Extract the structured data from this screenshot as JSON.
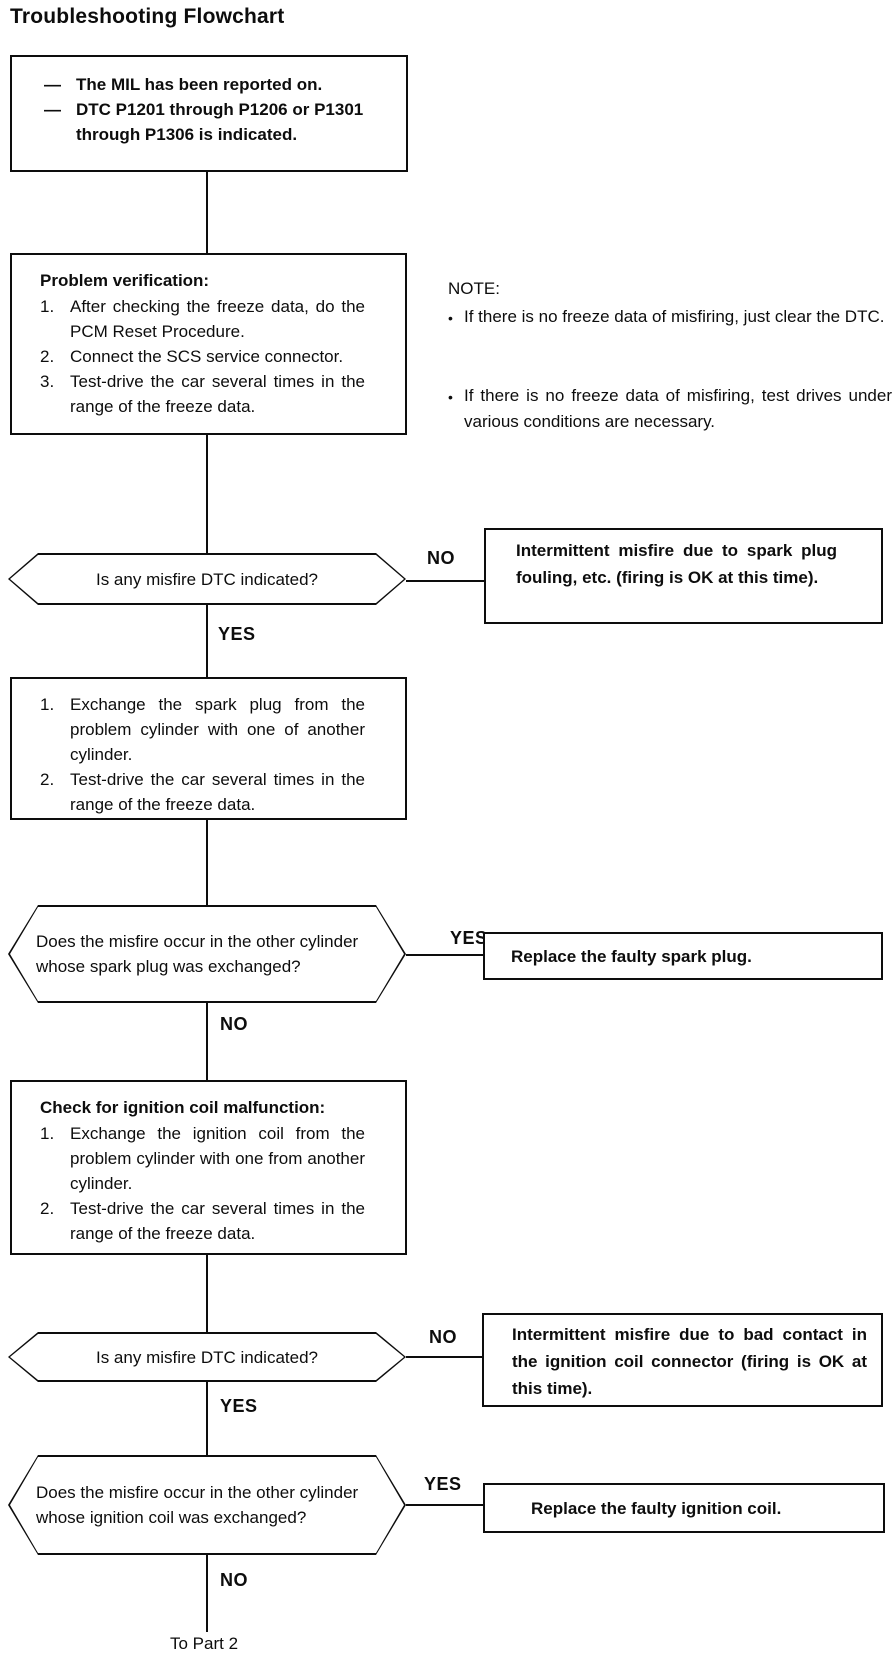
{
  "title": "Troubleshooting Flowchart",
  "start": {
    "items": [
      {
        "bullet": "—",
        "text": "The MIL has been reported on."
      },
      {
        "bullet": "—",
        "text": "DTC P1201 through P1206 or P1301 through P1306 is indicated."
      }
    ]
  },
  "problem_verification": {
    "header": "Problem verification:",
    "steps": [
      {
        "num": "1.",
        "text": "After checking the freeze data, do the PCM Reset Procedure."
      },
      {
        "num": "2.",
        "text": "Connect the SCS service connector."
      },
      {
        "num": "3.",
        "text": "Test-drive the car several times in the range of the freeze data."
      }
    ]
  },
  "note": {
    "label": "NOTE:",
    "bullets": [
      {
        "marker": "•",
        "text": "If there is no freeze data of misfiring, just clear the DTC."
      },
      {
        "marker": "•",
        "text": "If there is no freeze data of misfiring, test drives under various conditions are necessary."
      }
    ]
  },
  "decision_misfire_dtc_1": {
    "question": "Is any misfire DTC indicated?",
    "no": "NO",
    "yes": "YES"
  },
  "result_spark_fouling": "Intermittent misfire due to spark plug fouling, etc. (firing is OK at this time).",
  "spark_plug_exchange": {
    "steps": [
      {
        "num": "1.",
        "text": "Exchange the spark plug from the problem cylinder with one of another cylinder."
      },
      {
        "num": "2.",
        "text": "Test-drive the car several times in the range of the freeze data."
      }
    ]
  },
  "decision_other_cyl_spark": {
    "question": "Does the misfire occur in the other cylinder whose spark plug was exchanged?",
    "yes": "YES",
    "no": "NO"
  },
  "result_replace_spark": "Replace the faulty spark plug.",
  "coil_check": {
    "header": "Check for ignition coil malfunction:",
    "steps": [
      {
        "num": "1.",
        "text": "Exchange the ignition coil from the problem cylinder with one from another cylinder."
      },
      {
        "num": "2.",
        "text": "Test-drive the car several times in the range of the freeze data."
      }
    ]
  },
  "decision_misfire_dtc_2": {
    "question": "Is any misfire DTC indicated?",
    "no": "NO",
    "yes": "YES"
  },
  "result_coil_contact": "Intermittent misfire due to bad contact in the ignition coil connector (firing is OK at this time).",
  "decision_other_cyl_coil": {
    "question": "Does the misfire occur in the other cylinder whose ignition coil was exchanged?",
    "yes": "YES",
    "no": "NO"
  },
  "result_replace_coil": "Replace the faulty ignition coil.",
  "footer": "To Part 2"
}
